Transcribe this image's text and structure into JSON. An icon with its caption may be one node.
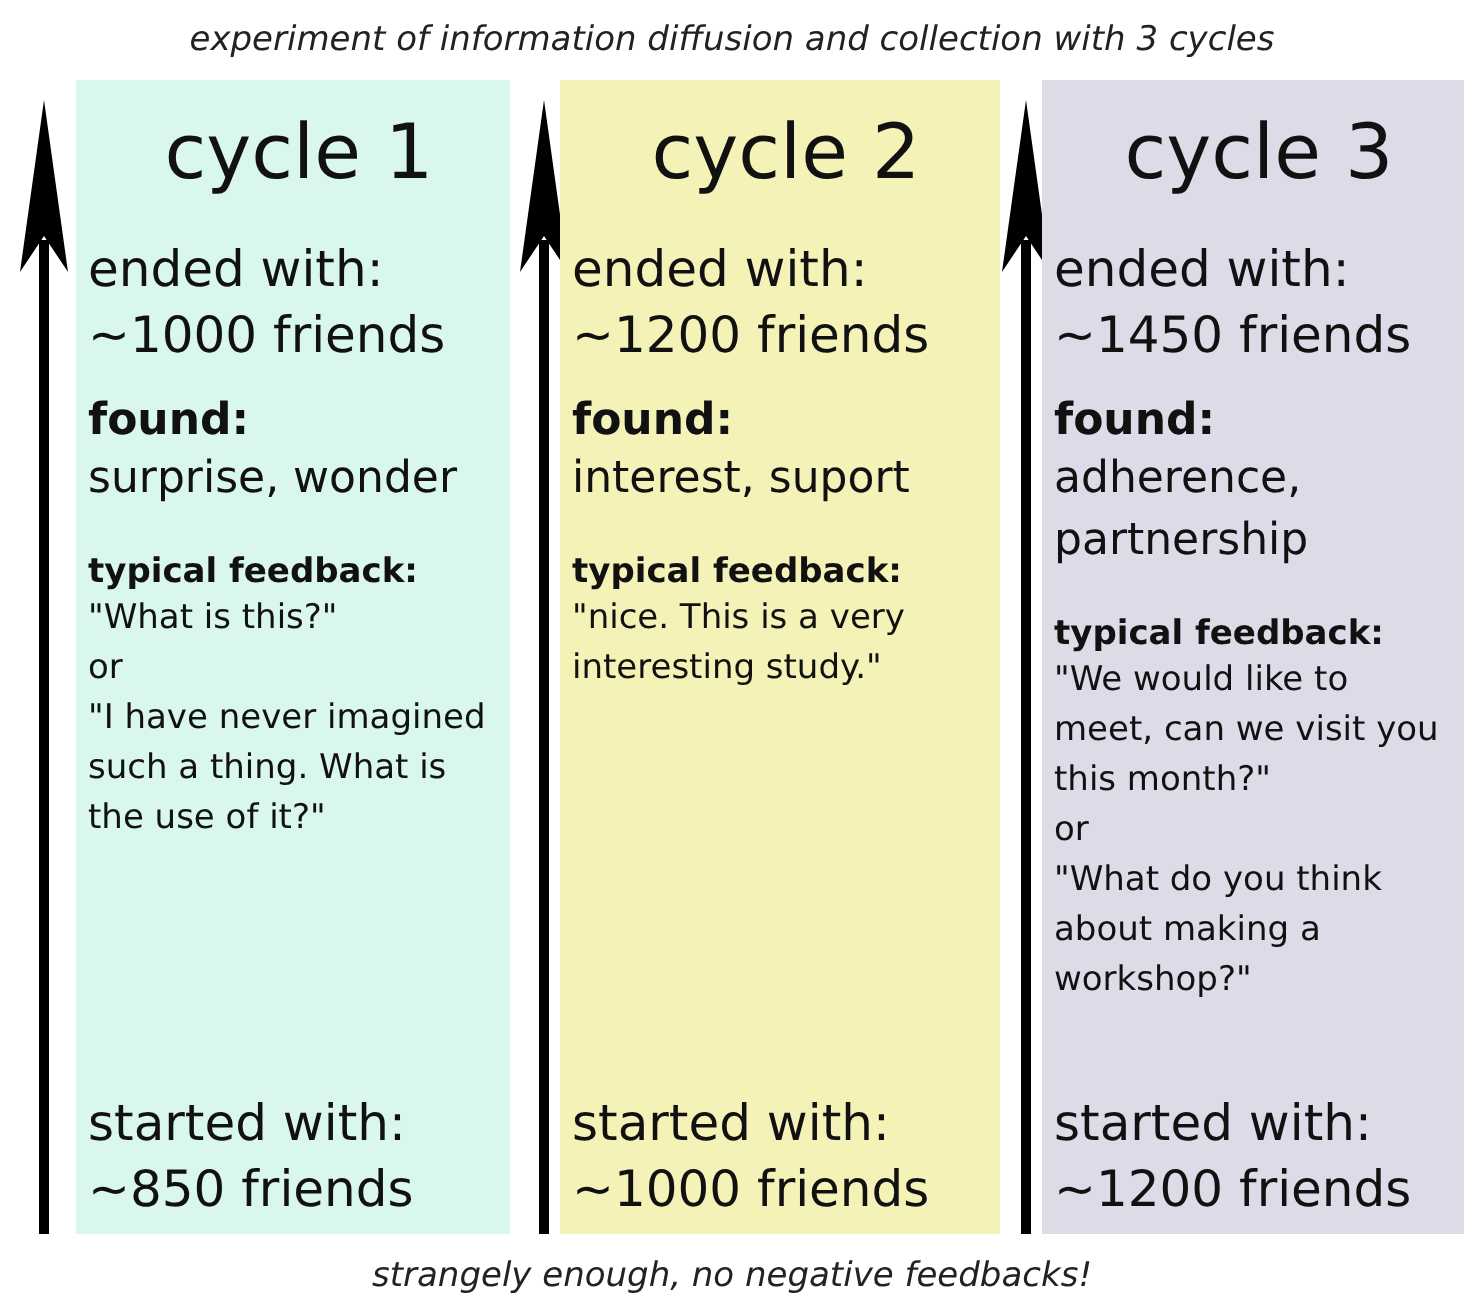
{
  "diagram": {
    "title": "experiment of information diffusion and collection with 3 cycles",
    "caption": "strangely enough, no negative feedbacks!",
    "nodes": [
      {
        "text": [
          "cycle 1",
          "ended with: ~1000 friends",
          "found:",
          "surprise, wonder",
          "typical feedback:",
          "\"What is this?\"",
          "or",
          "\"I have never imagined such a thing. What is the use of it?\"",
          "started with: ~850 friends"
        ]
      },
      {
        "text": [
          "cycle 2",
          "ended with: ~1200 friends",
          "found:",
          "interest, suport",
          "typical feedback:",
          "\"nice. This is a very interesting study.\"",
          "started with: ~1000 friends"
        ]
      },
      {
        "text": [
          "cycle 3",
          "ended with: ~1450 friends",
          "found:",
          "adherence, partnership",
          "typical feedback:",
          "\"We would like to meet, can we visit you this month?\"",
          "or",
          "\"What do you think about making a workshop?\"",
          "started with: ~1200 friends"
        ]
      }
    ]
  }
}
